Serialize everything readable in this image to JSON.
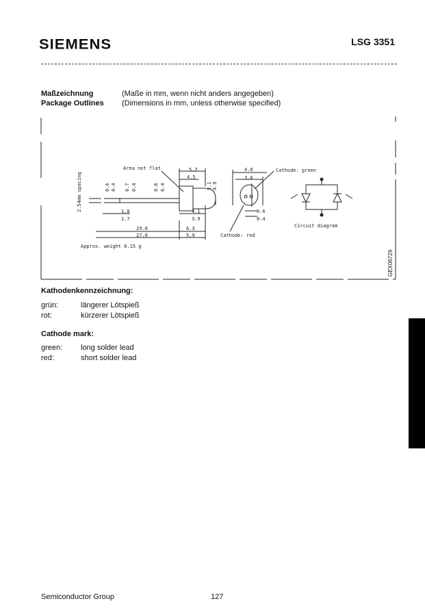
{
  "header": {
    "brand": "SIEMENS",
    "part_number": "LSG 3351"
  },
  "titles": {
    "de_label": "Maßzeichnung",
    "de_text": "(Maße in mm, wenn nicht anders angegeben)",
    "en_label": "Package Outlines",
    "en_text": "(Dimensions in mm, unless otherwise specified)"
  },
  "drawing": {
    "area_label": "Area not flat",
    "spacing_label": "2.54mm spacing",
    "weight_label": "Approx. weight 0.15 g",
    "cathode_green": "Cathode: green",
    "cathode_red": "Cathode: red",
    "circuit_label": "Circuit diagram",
    "code": "GEX06729",
    "dims": {
      "d52": "5.2",
      "d45": "4.5",
      "d51": "5.1",
      "d49": "4.9",
      "d40": "4.0",
      "d36": "3.6",
      "d06a": "0.6",
      "d04a": "0.4",
      "d07": "0.7",
      "d04b": "0.4",
      "d08": "0.8",
      "d04c": "0.4",
      "d18": "1.8",
      "d17": "1.7",
      "d41": "4.1",
      "d39a": "3.9",
      "d290": "29.0",
      "d270": "27.0",
      "d63": "6.3",
      "d59": "5.9",
      "d06b": "0.6",
      "d04d": "0.4"
    }
  },
  "cathode_de": {
    "title": "Kathodenkennzeichnung:",
    "rows": [
      {
        "key": "grün:",
        "value": "längerer Lötspieß"
      },
      {
        "key": "rot:",
        "value": "kürzerer Lötspieß"
      }
    ]
  },
  "cathode_en": {
    "title": "Cathode mark:",
    "rows": [
      {
        "key": "green:",
        "value": "long solder lead"
      },
      {
        "key": "red:",
        "value": "short solder lead"
      }
    ]
  },
  "footer": {
    "group": "Semiconductor Group",
    "page": "127"
  }
}
